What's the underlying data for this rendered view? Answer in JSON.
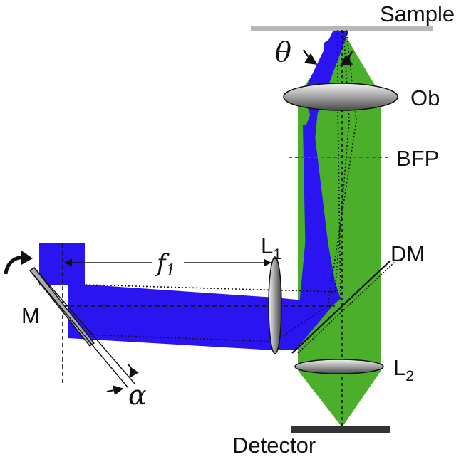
{
  "labels": {
    "sample": "Sample",
    "theta": "θ",
    "objective": "Ob",
    "bfp": "BFP",
    "lens1_main": "L",
    "lens1_sub": "1",
    "dm": "DM",
    "focal_main": "f",
    "focal_sub": "1",
    "mirror": "M",
    "lens2_main": "L",
    "lens2_sub": "2",
    "alpha": "α",
    "detector": "Detector"
  },
  "colors": {
    "excitation": "#2a14f0",
    "emission": "#4caf2c",
    "bfp_line": "#d42020",
    "sample_plate": "#b8b8b8",
    "detector_bar": "#333333",
    "lens_fill": "#888888"
  },
  "icons": {
    "rotation_arrow": "curved-arrow-icon"
  }
}
